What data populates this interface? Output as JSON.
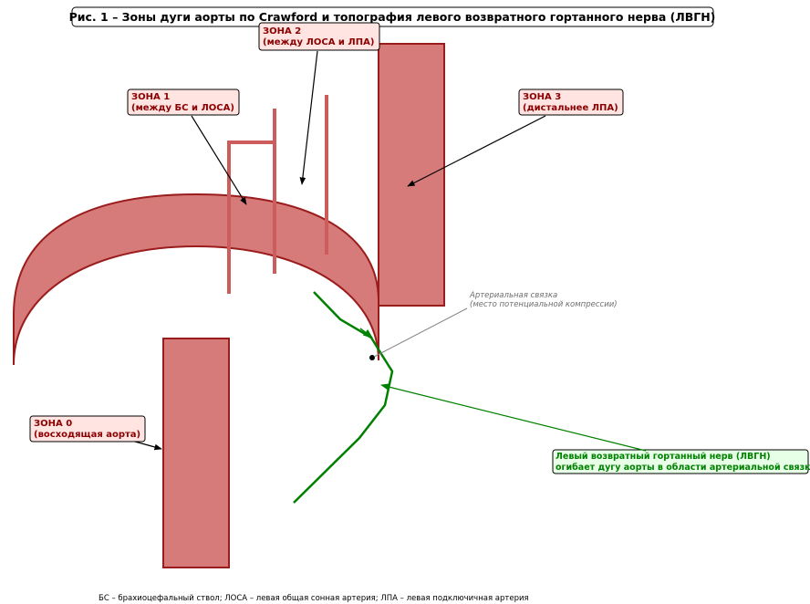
{
  "title": "Рис. 1 – Зоны дуги аорты по Crawford и топография левого возвратного гортанного нерва (ЛВГН)",
  "zones": {
    "zone0": {
      "line1": "ЗОНА 0",
      "line2": "(восходящая аорта)"
    },
    "zone1": {
      "line1": "ЗОНА 1",
      "line2": "(между БС и ЛОСА)"
    },
    "zone2": {
      "line1": "ЗОНА 2",
      "line2": "(между ЛОСА и ЛПА)"
    },
    "zone3": {
      "line1": "ЗОНА 3",
      "line2": "(дистальнее ЛПА)"
    }
  },
  "ligament": {
    "line1": "Артериальная связка",
    "line2": "(место потенциальной компрессии)"
  },
  "nerve": {
    "line1": "Левый возвратный гортанный нерв (ЛВГН)",
    "line2": "огибает дугу аорты в области артериальной связки"
  },
  "footnote": "БС – брахиоцефальный ствол; ЛОСА – левая общая сонная артерия; ЛПА – левая подключичная артерия",
  "colors": {
    "vessel_fill": "#d67a7a",
    "vessel_edge": "#9b1c1c",
    "branch": "#cd5c5c",
    "zone_box_fill": "#ffe4e1",
    "zone_text": "#8b0000",
    "nerve": "#008000",
    "nerve_box_fill": "#e6ffe6"
  }
}
